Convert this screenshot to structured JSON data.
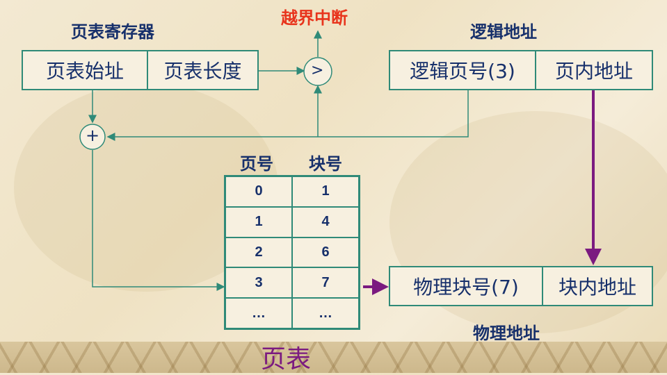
{
  "labels": {
    "page_table_register": "页表寄存器",
    "out_of_bounds_interrupt": "越界中断",
    "logical_address": "逻辑地址",
    "page_number_header": "页号",
    "block_number_header": "块号",
    "physical_address": "物理地址",
    "page_table": "页表"
  },
  "page_table_register": {
    "start_address": "页表始址",
    "length": "页表长度"
  },
  "logical_address_box": {
    "page_number": "逻辑页号(3)",
    "offset": "页内地址"
  },
  "physical_address_box": {
    "block_number": "物理块号(7)",
    "offset": "块内地址"
  },
  "comparator_symbol": ">",
  "adder_symbol": "+",
  "page_table_rows": [
    {
      "page": "0",
      "block": "1"
    },
    {
      "page": "1",
      "block": "4"
    },
    {
      "page": "2",
      "block": "6"
    },
    {
      "page": "3",
      "block": "7"
    },
    {
      "page": "…",
      "block": "…"
    }
  ],
  "colors": {
    "text": "#17306b",
    "interrupt_text": "#e8341c",
    "box_border": "#2f8a78",
    "mapping_arrow": "#7b1a80",
    "page_table_title": "#7b1a80"
  }
}
